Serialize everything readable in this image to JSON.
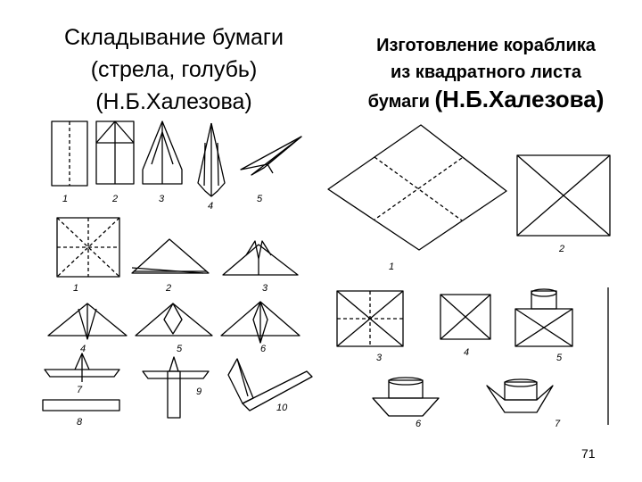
{
  "slide": {
    "left_title": [
      "Складывание бумаги",
      "(стрела, голубь)",
      "(Н.Б.Халезова)"
    ],
    "right_title": {
      "line1": "Изготовление кораблика",
      "line2": "из квадратного листа",
      "line3_prefix": "бумаги",
      "line3_author": "(Н.Б.Халезова)"
    },
    "page_number": "71"
  },
  "arrow_steps": [
    "1",
    "2",
    "3",
    "4",
    "5"
  ],
  "dove_steps": [
    "1",
    "2",
    "3",
    "4",
    "5",
    "6",
    "7",
    "8",
    "9",
    "10"
  ],
  "boat_steps": [
    "1",
    "2",
    "3",
    "4",
    "5",
    "6",
    "7"
  ]
}
